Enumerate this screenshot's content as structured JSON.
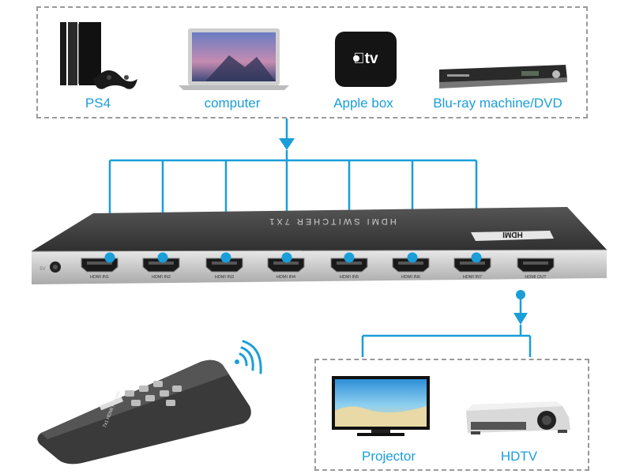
{
  "colors": {
    "accent": "#1a9ed9",
    "label_text": "#1a9ed9",
    "border": "#9a9a9a"
  },
  "sources": {
    "items": [
      {
        "label": "PS4",
        "icon": "ps4-console-icon"
      },
      {
        "label": "computer",
        "icon": "laptop-icon"
      },
      {
        "label": "Apple box",
        "icon": "apple-tv-box-icon"
      },
      {
        "label": "Blu-ray machine/DVD",
        "icon": "bluray-dvd-player-icon"
      }
    ]
  },
  "switcher": {
    "title": "HDMI SWITCHER 7X1",
    "logo": "HDMI",
    "power_label": "5V",
    "ports": [
      "HDMI IN1",
      "HDMI IN2",
      "HDMI IN3",
      "HDMI IN4",
      "HDMI IN5",
      "HDMI IN6",
      "HDMI IN7",
      "HDMI OUT"
    ]
  },
  "remote": {
    "label": "7x1 HDMI Remote",
    "icon": "remote-control-icon",
    "signal_icon": "wireless-signal-icon"
  },
  "outputs": {
    "items": [
      {
        "label": "Projector",
        "icon": "tv-display-icon"
      },
      {
        "label": "HDTV",
        "icon": "projector-icon"
      }
    ]
  }
}
